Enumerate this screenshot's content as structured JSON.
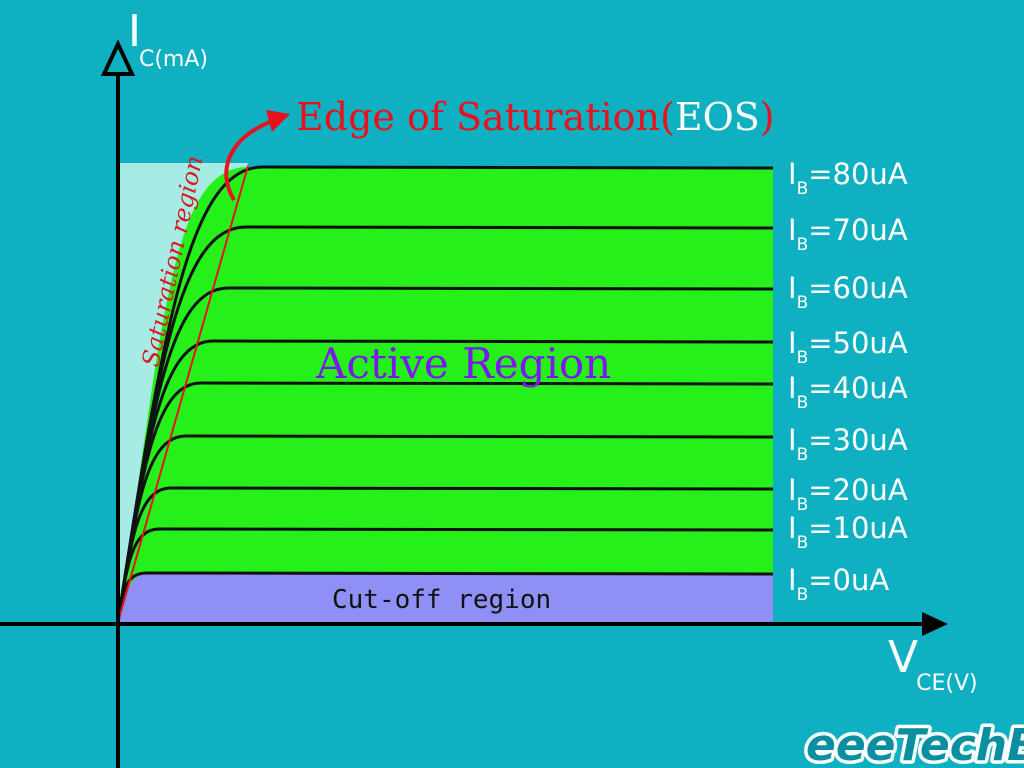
{
  "diagram": {
    "y_axis": {
      "symbol": "I",
      "subscript": "C(mA)"
    },
    "x_axis": {
      "symbol": "V",
      "subscript": "CE(V)"
    },
    "eos_label": {
      "prefix": "Edge of Saturation(",
      "abbr": "EOS",
      "suffix": ")"
    },
    "regions": {
      "active": "Active Region",
      "saturation": "Saturation region",
      "cutoff": "Cut-off region"
    },
    "curves": [
      {
        "prefix": "I",
        "sub": "B",
        "value": "=80uA"
      },
      {
        "prefix": "I",
        "sub": "B",
        "value": "=70uA"
      },
      {
        "prefix": "I",
        "sub": "B",
        "value": "=60uA"
      },
      {
        "prefix": "I",
        "sub": "B",
        "value": "=50uA"
      },
      {
        "prefix": "I",
        "sub": "B",
        "value": "=40uA"
      },
      {
        "prefix": "I",
        "sub": "B",
        "value": "=30uA"
      },
      {
        "prefix": "I",
        "sub": "B",
        "value": "=20uA"
      },
      {
        "prefix": "I",
        "sub": "B",
        "value": "=10uA"
      },
      {
        "prefix": "I",
        "sub": "B",
        "value": "=0uA"
      }
    ],
    "colors": {
      "background": "#0fb0c1",
      "active_fill": "#26f01a",
      "saturation_fill": "#a6ece4",
      "cutoff_fill": "#8f8ff5",
      "eos_line": "#e8121c",
      "axis": "#000000"
    }
  },
  "logo": {
    "text": "eeeTechBD"
  }
}
